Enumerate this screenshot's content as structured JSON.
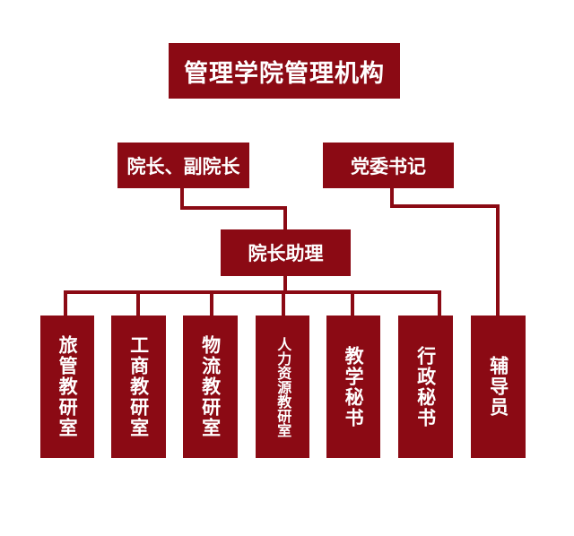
{
  "diagram": {
    "title": "管理学院管理机构",
    "dean": "院长、副院长",
    "party_secretary": "党委书记",
    "dean_assistant": "院长助理",
    "departments": [
      "旅管教研室",
      "工商教研室",
      "物流教研室",
      "人力资源教研室",
      "教学秘书",
      "行政秘书"
    ],
    "counselor": "辅导员"
  },
  "colors": {
    "box_fill": "#8b0a14",
    "box_text": "#ffffff",
    "connector": "#8b0a14"
  }
}
